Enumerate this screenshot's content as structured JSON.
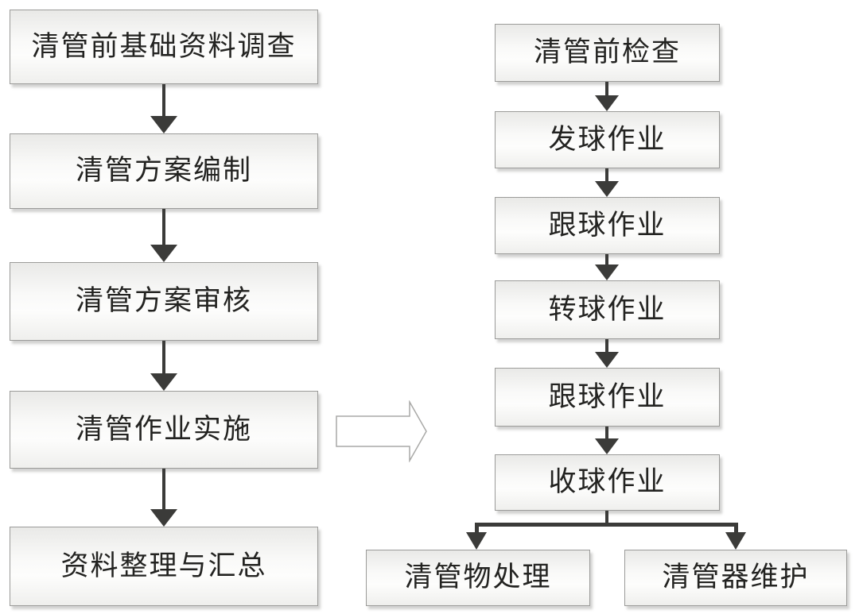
{
  "left_flow": {
    "steps": [
      "清管前基础资料调查",
      "清管方案编制",
      "清管方案审核",
      "清管作业实施",
      "资料整理与汇总"
    ]
  },
  "right_flow": {
    "steps": [
      "清管前检查",
      "发球作业",
      "跟球作业",
      "转球作业",
      "跟球作业",
      "收球作业"
    ]
  },
  "branch_flow": {
    "steps": [
      "清管物处理",
      "清管器维护"
    ]
  },
  "icons": {
    "flow_connector": "down-arrow",
    "transition": "right-block-arrow"
  },
  "colors": {
    "background": "#ffffff",
    "box_border": "#9b9b99",
    "box_fill_top": "#e9e9e7",
    "box_fill_mid": "#fdfdfc",
    "box_fill_bottom": "#efefed",
    "arrow": "#3b3b39",
    "block_arrow_outline": "#a9a9a7",
    "text": "#232321"
  }
}
